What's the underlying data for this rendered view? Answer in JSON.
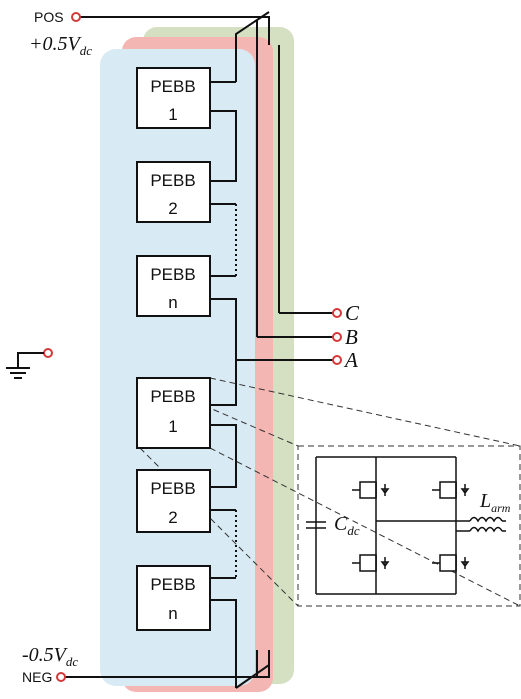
{
  "colors": {
    "phase_a_panel": "#d8eaf3",
    "phase_b_panel": "#f4b6b3",
    "phase_c_panel": "#d4e0c1",
    "terminal_ring": "#d23a3a",
    "wire": "#111111",
    "dashed": "#333333"
  },
  "terminals": {
    "pos_label": "POS",
    "neg_label": "NEG",
    "pos_voltage_main": "+0.5V",
    "pos_voltage_sub": "dc",
    "neg_voltage_main": "-0.5V",
    "neg_voltage_sub": "dc",
    "phase_c": "C",
    "phase_b": "B",
    "phase_a": "A"
  },
  "modules": [
    {
      "title": "PEBB",
      "index": "1"
    },
    {
      "title": "PEBB",
      "index": "2"
    },
    {
      "title": "PEBB",
      "index": "n"
    },
    {
      "title": "PEBB",
      "index": "1"
    },
    {
      "title": "PEBB",
      "index": "2"
    },
    {
      "title": "PEBB",
      "index": "n"
    }
  ],
  "detail": {
    "capacitor_main": "C",
    "capacitor_sub": "dc",
    "inductor_main": "L",
    "inductor_sub": "arm"
  },
  "icons": {
    "ground": "ground-icon",
    "igbt": "igbt-switch-icon",
    "capacitor": "capacitor-icon",
    "inductor": "inductor-icon"
  }
}
